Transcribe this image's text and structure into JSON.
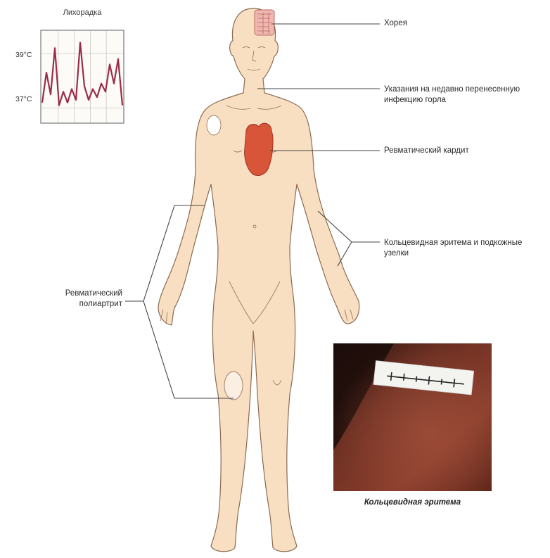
{
  "fever_chart": {
    "title": "Лихорадка",
    "tick_high": "39°C",
    "tick_low": "37°C"
  },
  "chart_data": {
    "type": "line",
    "title": "Лихорадка",
    "ylim": [
      36.5,
      39.8
    ],
    "y_ticks": [
      "37°C",
      "39°C"
    ],
    "grid": true,
    "series": [
      {
        "values": [
          37.2,
          38.3,
          37.5,
          39.2,
          37.1,
          37.6,
          37.2,
          37.7,
          37.3,
          39.4,
          37.8,
          37.3,
          37.7,
          37.4,
          37.9,
          37.6,
          38.6,
          37.9,
          38.8,
          37.1
        ]
      }
    ]
  },
  "labels": {
    "chorea": "Хорея",
    "strep_line1": "Указания на недавно перенесенную",
    "strep_line2": "инфекцию горла",
    "carditis": "Ревматический кардит",
    "erythema_line1": "Кольцевидная эритема и подкожные",
    "erythema_line2": "узелки",
    "polyarthritis_line1": "Ревматический",
    "polyarthritis_line2": "полиартрит"
  },
  "photo": {
    "caption": "Кольцевидная эритема"
  },
  "colors": {
    "skin": "#f9dfc2",
    "outline": "#8a6a52",
    "heart": "#d8553a",
    "chart_line": "#9a2d48",
    "callout": "#444444"
  }
}
